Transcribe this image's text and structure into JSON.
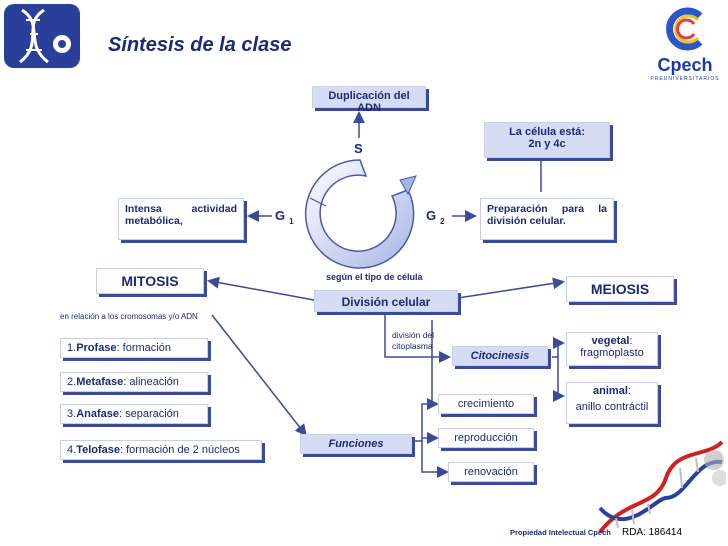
{
  "header": {
    "title": "Síntesis de la clase",
    "brand": "Cpech",
    "brand_tagline": "PREUNIVERSITARIOS"
  },
  "cycle": {
    "s_phase": "S",
    "g1": "G",
    "g1_sub": "1",
    "g2": "G",
    "g2_sub": "2",
    "s_box": "Duplicación del ADN",
    "g1_box": "Intensa actividad metabólica,",
    "g2_box": "Preparación para la división celular.",
    "state_box_line1": "La célula está:",
    "state_box_line2": "2n y 4c",
    "segun_label": "según el tipo de célula",
    "division_box": "División celular"
  },
  "mitosis": {
    "title": "MITOSIS",
    "relation_label": "en relación a los cromosomas y/o ADN",
    "phases": [
      {
        "num": "1.",
        "name": "Profase",
        "desc": ": formación"
      },
      {
        "num": "2.",
        "name": "Metafase",
        "desc": ": alineación"
      },
      {
        "num": "3.",
        "name": "Anafase",
        "desc": ": separación"
      },
      {
        "num": "4.",
        "name": "Telofase",
        "desc": ": formación de 2 núcleos"
      }
    ]
  },
  "meiosis": {
    "title": "MEIOSIS"
  },
  "citocinesis": {
    "label": "Citocinesis",
    "division_label": "división del citoplasma",
    "vegetal_name": "vegetal",
    "vegetal_desc": "fragmoplasto",
    "animal_name": "animal",
    "animal_desc": "anillo contráctil"
  },
  "funciones": {
    "label": "Funciones",
    "items": [
      "crecimiento",
      "reproducción",
      "renovación"
    ]
  },
  "footer": {
    "property": "Propiedad Intelectual Cpech",
    "rda": "RDA: 186414"
  },
  "colors": {
    "text": "#1a2a7a",
    "box_fill": "#d7dcf5",
    "box_shadow": "#3b4a9a",
    "arrow": "#3b4a9a"
  }
}
